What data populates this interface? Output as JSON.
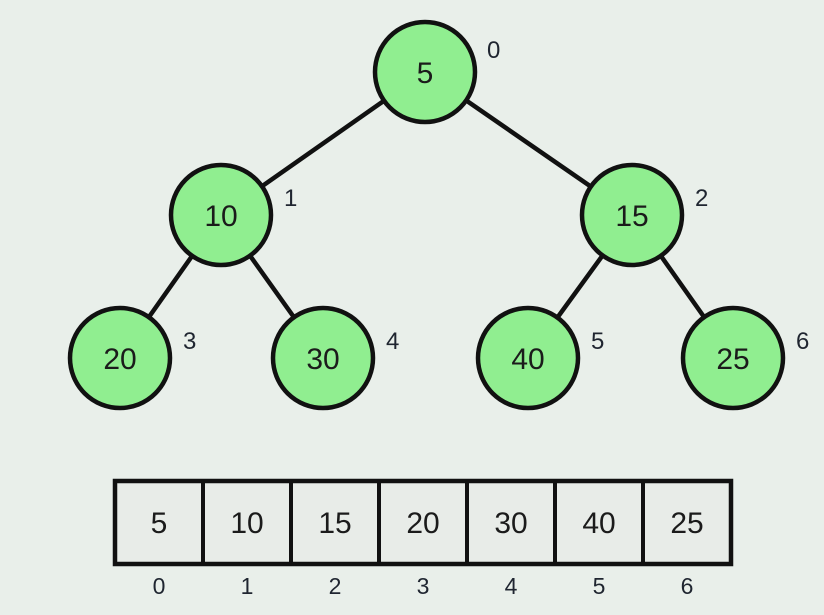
{
  "diagram": {
    "type": "binary-heap-tree-with-array",
    "colors": {
      "background": "#E9EFEA",
      "node_fill": "#90EE90",
      "node_stroke": "#111111",
      "edge": "#111111",
      "text": "#1b1b1b"
    },
    "tree": {
      "nodes": [
        {
          "value": "5",
          "index": "0"
        },
        {
          "value": "10",
          "index": "1"
        },
        {
          "value": "15",
          "index": "2"
        },
        {
          "value": "20",
          "index": "3"
        },
        {
          "value": "30",
          "index": "4"
        },
        {
          "value": "40",
          "index": "5"
        },
        {
          "value": "25",
          "index": "6"
        }
      ],
      "edges": [
        [
          0,
          1
        ],
        [
          0,
          2
        ],
        [
          1,
          3
        ],
        [
          1,
          4
        ],
        [
          2,
          5
        ],
        [
          2,
          6
        ]
      ]
    },
    "array": {
      "values": [
        "5",
        "10",
        "15",
        "20",
        "30",
        "40",
        "25"
      ],
      "indices": [
        "0",
        "1",
        "2",
        "3",
        "4",
        "5",
        "6"
      ]
    }
  }
}
